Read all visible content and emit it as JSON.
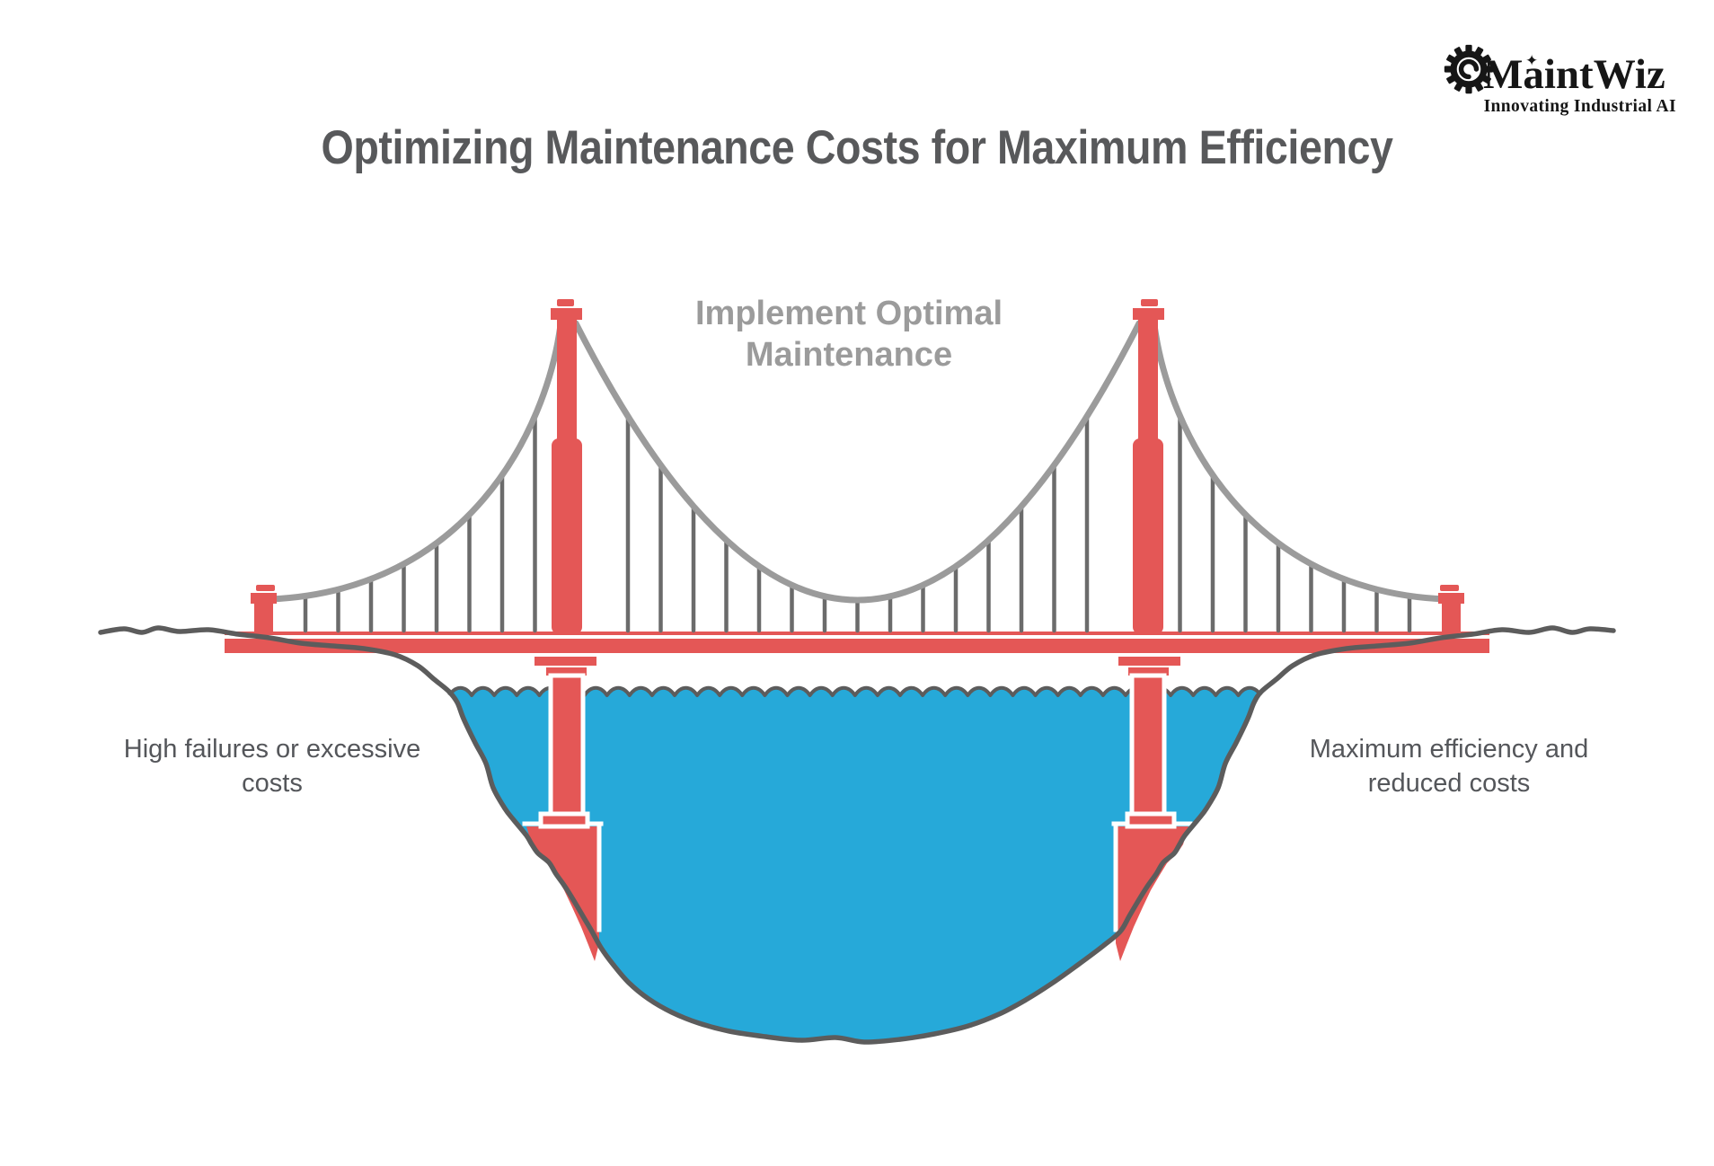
{
  "header": {
    "title": "Optimizing Maintenance Costs for Maximum Efficiency"
  },
  "logo": {
    "brand": "MaintWiz",
    "tagline": "Innovating Industrial AI",
    "sparkle_glyph": "✦",
    "icons": [
      "gear-icon",
      "sparkle-icon"
    ]
  },
  "diagram": {
    "center_label": {
      "lines": [
        "Implement Optimal",
        "Maintenance"
      ]
    },
    "left_label": {
      "lines": [
        "High failures or excessive",
        "costs"
      ]
    },
    "right_label": {
      "lines": [
        "Maximum efficiency and",
        "reduced costs"
      ]
    },
    "colors": {
      "red": "#e45756",
      "blue": "#26a9d9",
      "cable": "#9b9b9b",
      "hanger": "#6b6b6b",
      "terrain": "#5c5c5c",
      "title": "#58595b",
      "muted": "#9b9b9b",
      "label": "#54565a",
      "ink": "#161616"
    }
  }
}
